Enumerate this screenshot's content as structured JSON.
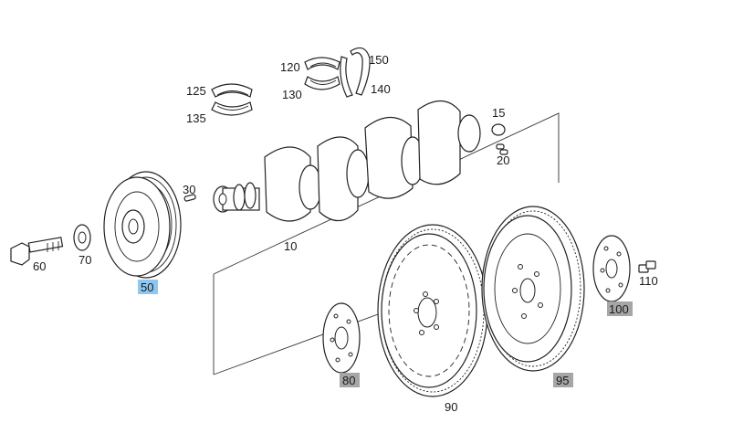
{
  "colors": {
    "selected_highlight": "#8ec8f0",
    "part_highlight": "#a6a6a6",
    "ink": "#222222"
  },
  "labels": {
    "p10": "10",
    "p15": "15",
    "p20": "20",
    "p30": "30",
    "p50": "50",
    "p60": "60",
    "p70": "70",
    "p80": "80",
    "p90": "90",
    "p95": "95",
    "p100": "100",
    "p110": "110",
    "p120": "120",
    "p125": "125",
    "p130": "130",
    "p135": "135",
    "p140": "140",
    "p150": "150"
  }
}
